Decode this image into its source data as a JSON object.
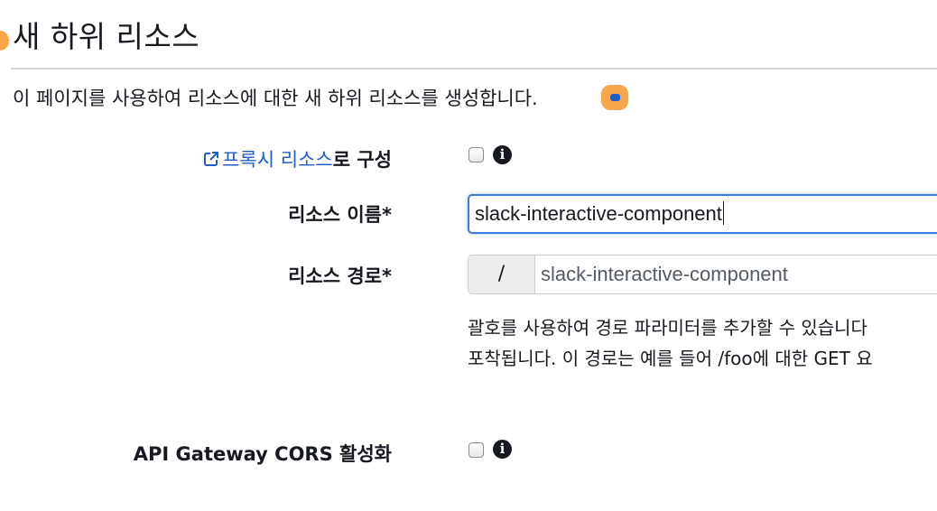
{
  "title": "새 하위 리소스",
  "description": "이 페이지를 사용하여 리소스에 대한 새 하위 리소스를 생성합니다.",
  "proxy": {
    "link_text": "프록시 리소스",
    "label_suffix": "로 구성",
    "checked": false,
    "info_glyph": "i"
  },
  "resource_name": {
    "label": "리소스 이름*",
    "value": "slack-interactive-component"
  },
  "resource_path": {
    "label": "리소스 경로*",
    "prefix": "/",
    "value": "slack-interactive-component",
    "help_line_1": "괄호를 사용하여 경로 파라미터를 추가할 수 있습니다",
    "help_line_2": "포착됩니다. 이 경로는 예를 들어 /foo에 대한 GET 요"
  },
  "cors": {
    "label": "API Gateway CORS 활성화",
    "checked": false,
    "info_glyph": "i"
  },
  "colors": {
    "accent_orange": "#f7a64a",
    "link_blue": "#1f5ec9",
    "focus_blue": "#3b7dd8"
  },
  "icons": {
    "external_link": "external-link-icon",
    "info": "info-icon"
  }
}
